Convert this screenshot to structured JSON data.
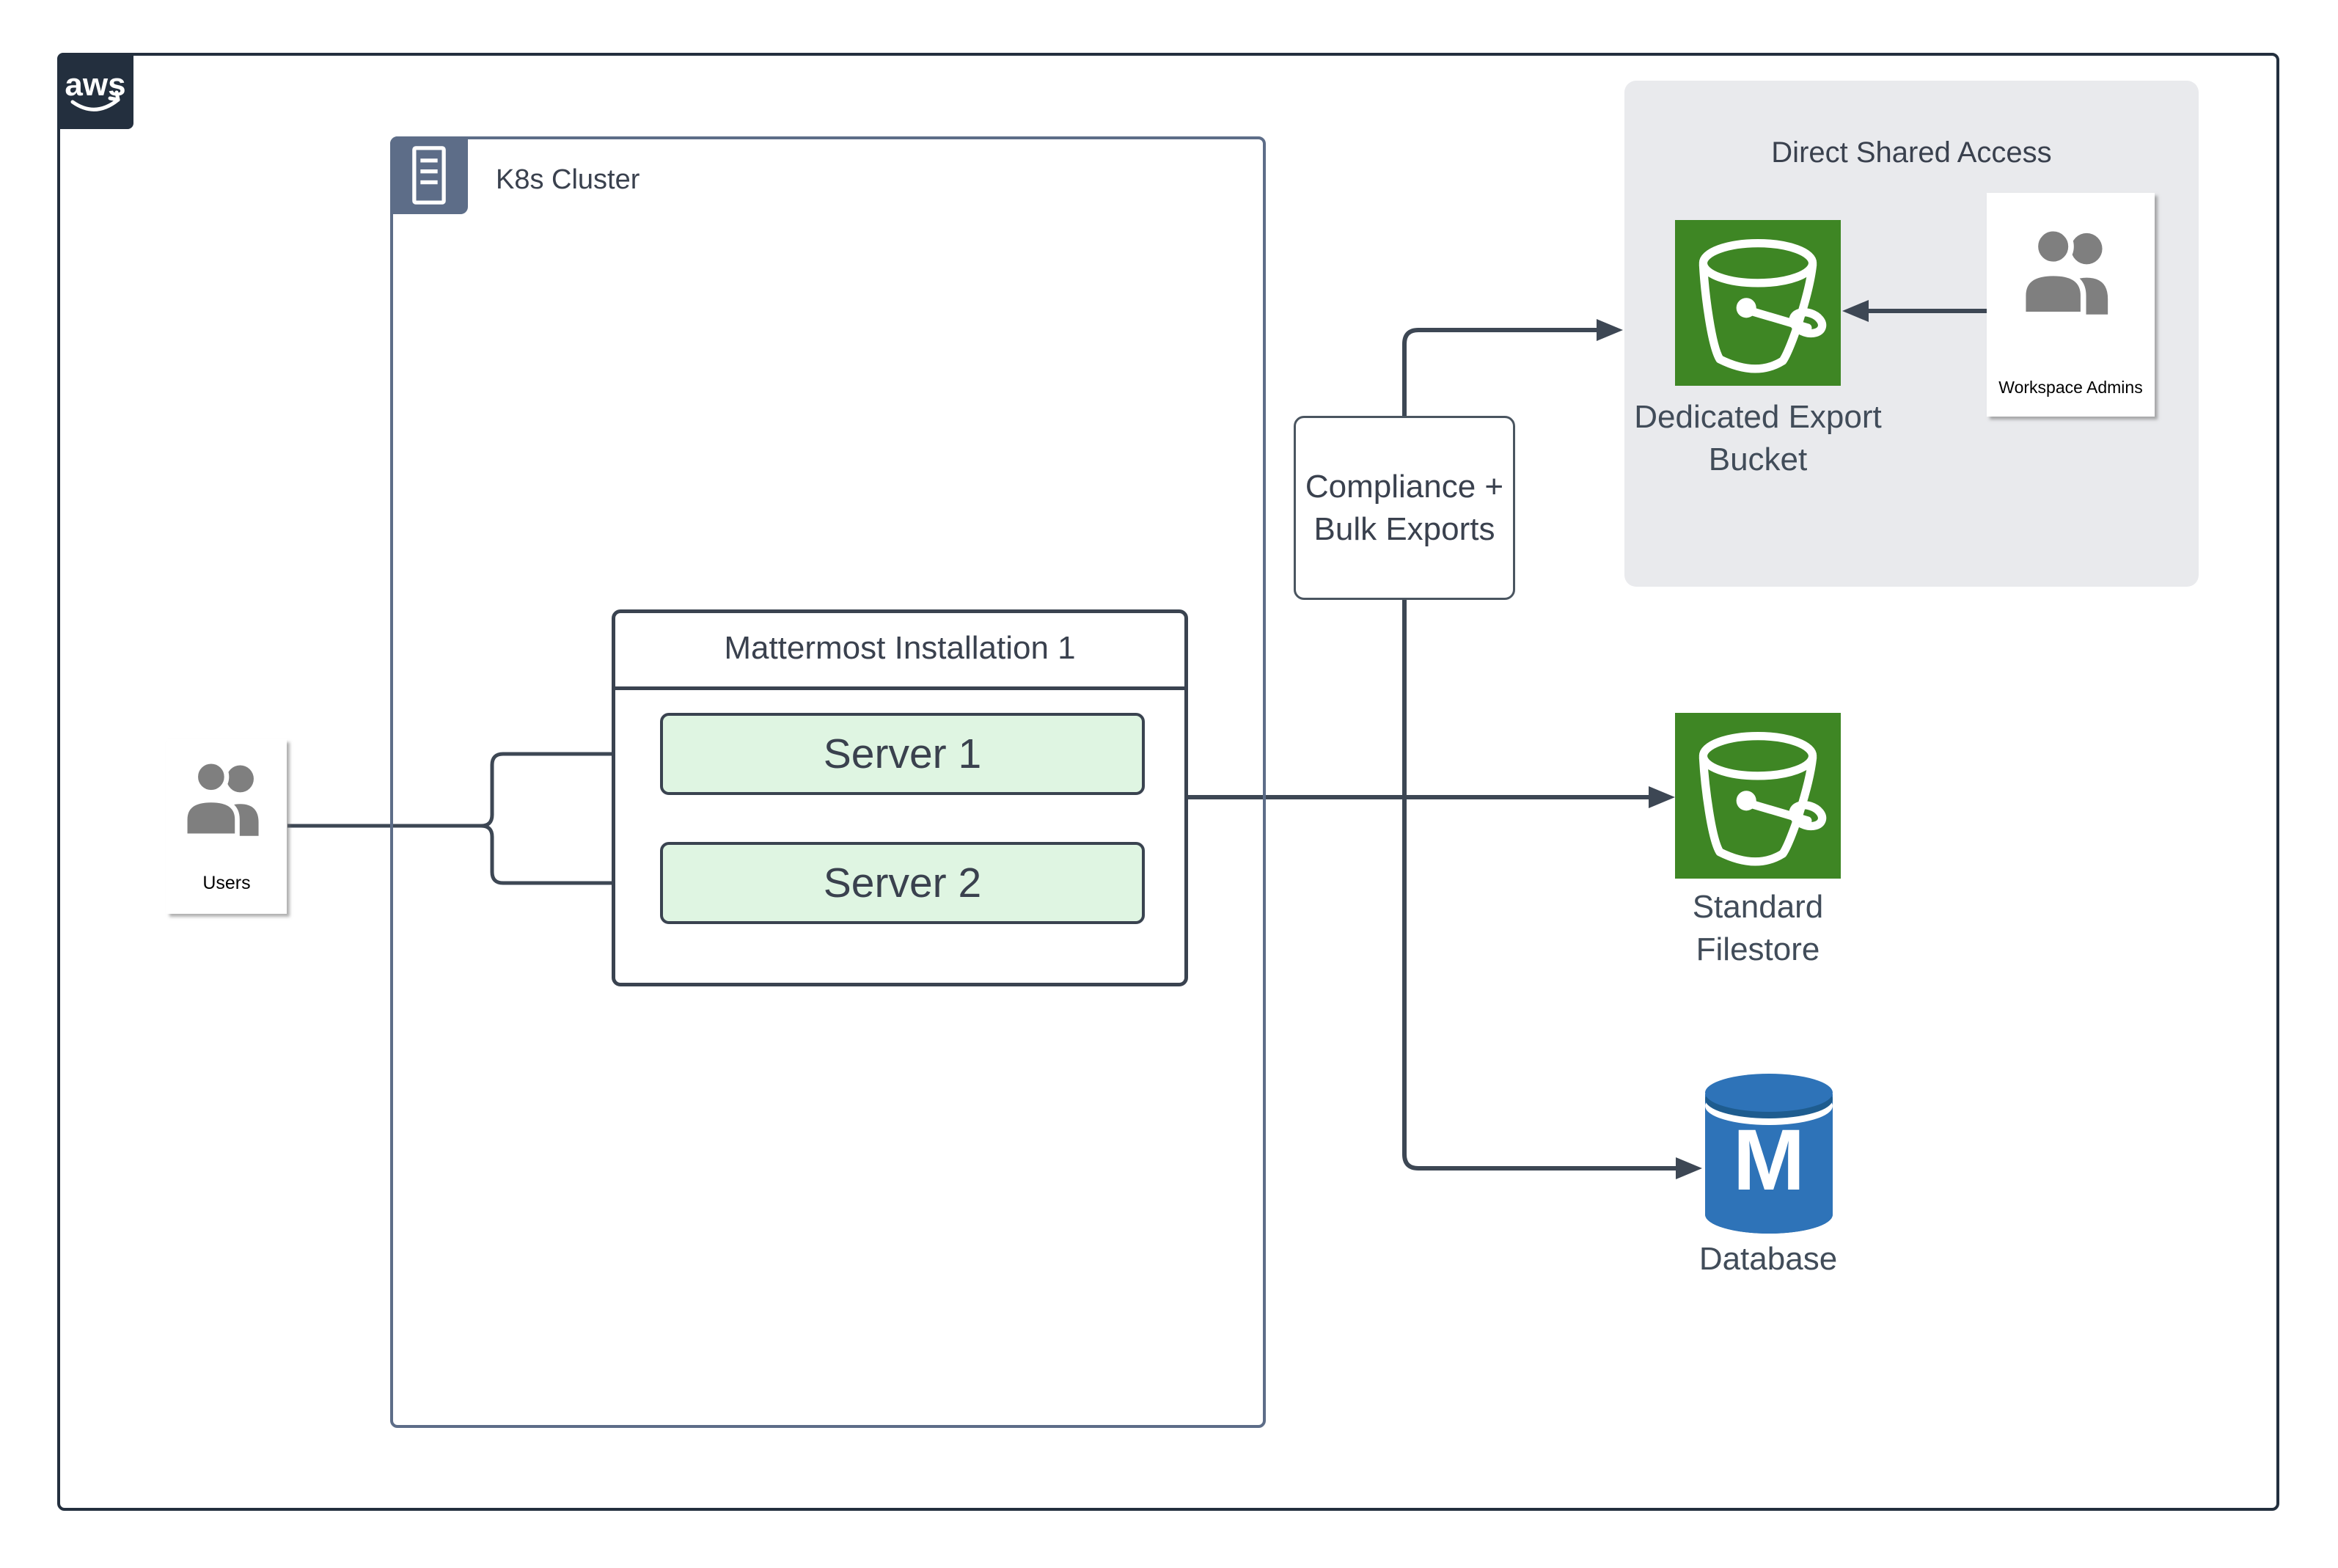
{
  "diagram": {
    "provider": "aws",
    "k8s_cluster": {
      "label": "K8s Cluster"
    },
    "mattermost": {
      "title": "Mattermost Installation 1",
      "servers": [
        {
          "label": "Server 1"
        },
        {
          "label": "Server 2"
        }
      ]
    },
    "users": {
      "label": "Users"
    },
    "compliance": {
      "line1": "Compliance +",
      "line2": "Bulk Exports"
    },
    "direct_shared_access": {
      "title": "Direct Shared Access"
    },
    "dedicated_export_bucket": {
      "line1": "Dedicated Export",
      "line2": "Bucket"
    },
    "workspace_admins": {
      "label": "Workspace Admins"
    },
    "standard_filestore": {
      "line1": "Standard",
      "line2": "Filestore"
    },
    "database": {
      "label": "Database",
      "monogram": "M"
    },
    "icons": {
      "aws_logo": "aws-smile-logo",
      "k8s": "server-rack-icon",
      "users": "people-icon",
      "workspace_admins": "people-icon",
      "dedicated_export_bucket": "s3-bucket-icon",
      "standard_filestore": "s3-bucket-icon",
      "database": "database-cylinder-icon"
    },
    "colors": {
      "outer_border": "#232F3E",
      "aws_logo_bg": "#232F3E",
      "k8s_border": "#5D6D88",
      "node_border": "#3A4350",
      "edge": "#3D4754",
      "server_fill": "#DFF5E2",
      "bucket_green": "#3E8624",
      "db_blue": "#2E73B8",
      "db_blue_dark": "#1E5C8F",
      "panel_gray": "#E9EAED",
      "people_gray": "#7F7F7F",
      "text_dark": "#3A414E"
    }
  }
}
